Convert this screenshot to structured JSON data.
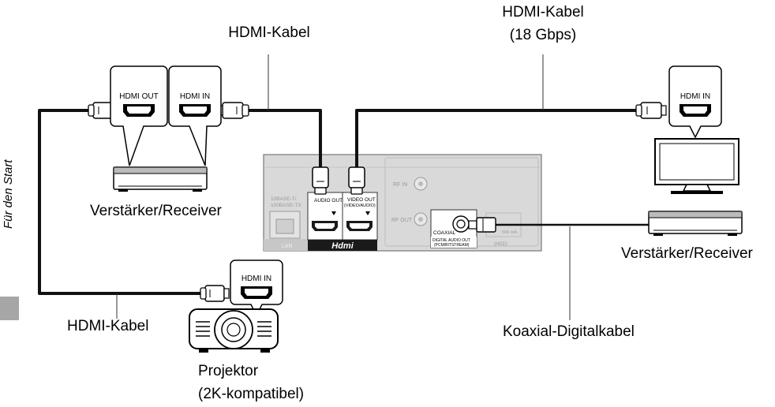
{
  "side_label": "Für den Start",
  "labels": {
    "hdmi_cable_top": "HDMI-Kabel",
    "hdmi_cable_18_line1": "HDMI-Kabel",
    "hdmi_cable_18_line2": "(18 Gbps)",
    "hdmi_cable_left": "HDMI-Kabel",
    "amp_receiver_left": "Verstärker/Receiver",
    "amp_receiver_right": "Verstärker/Receiver",
    "coax_cable": "Koaxial-Digitalkabel",
    "projector_line1": "Projektor",
    "projector_line2": "(2K-kompatibel)"
  },
  "ports": {
    "hdmi_out": "HDMI OUT",
    "hdmi_in": "HDMI IN",
    "hdmi_in_tv": "HDMI IN",
    "hdmi_in_projector": "HDMI IN"
  },
  "player_panel": {
    "lan_line1": "10BASE-T/",
    "lan_line2": "100BASE-TX",
    "lan": "LAN",
    "audio_out": "AUDIO OUT",
    "video_out_line1": "VIDEO OUT",
    "video_out_line2": "(VIDEO/AUDIO)",
    "hdmi_logo": "Hdmi",
    "rf_in": "RF IN",
    "rf_out": "RF OUT",
    "coaxial": "COAXIAL",
    "digital_audio_out_line1": "DIGITAL AUDIO OUT",
    "digital_audio_out_line2": "(PCM/BITSTREAM)",
    "usb_hdd": "(HDD)",
    "usb_current": "500 mA"
  },
  "colors": {
    "cable": "#111111",
    "panel": "#d9d9d9",
    "panel_dark": "#1a1a1a",
    "tab": "#a6a6a6"
  }
}
